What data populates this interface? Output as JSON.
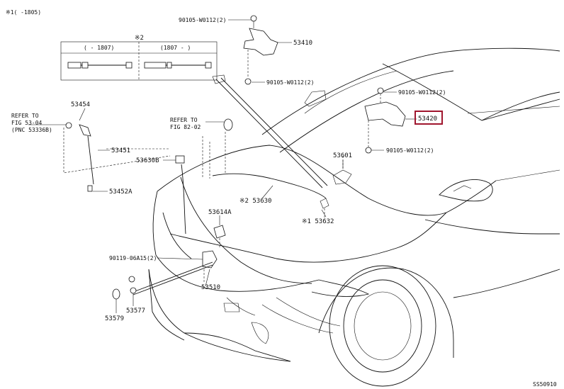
{
  "header_note": "※1(    -1805)",
  "inset": {
    "marker": "※2",
    "left_range": "(    - 1807)",
    "right_range": "(1807 -     )"
  },
  "labels": {
    "p53410": "53410",
    "p53420": "53420",
    "p53454": "53454",
    "p53451": "53451",
    "p53452a": "53452A",
    "p53630b": "53630B",
    "p53630": "※2 53630",
    "p53632": "※1 53632",
    "p53601": "53601",
    "p53614a": "53614A",
    "p53510": "53510",
    "p53577": "53577",
    "p53579": "53579",
    "bolt_top_1": "90105-W0112(2)",
    "bolt_top_2": "90105-W0112(2)",
    "bolt_right_1": "90105-W0112(2)",
    "bolt_right_2": "90105-W0112(2)",
    "clip_left": "90119-06A15(2)",
    "figure_code": "SS50910"
  },
  "refer_left": {
    "line1": "REFER TO",
    "line2": "FIG 53-04",
    "line3": "(PNC 53336B)"
  },
  "refer_mid": {
    "line1": "REFER TO",
    "line2": "FIG 82-02"
  },
  "highlight_color": "#a0162e"
}
